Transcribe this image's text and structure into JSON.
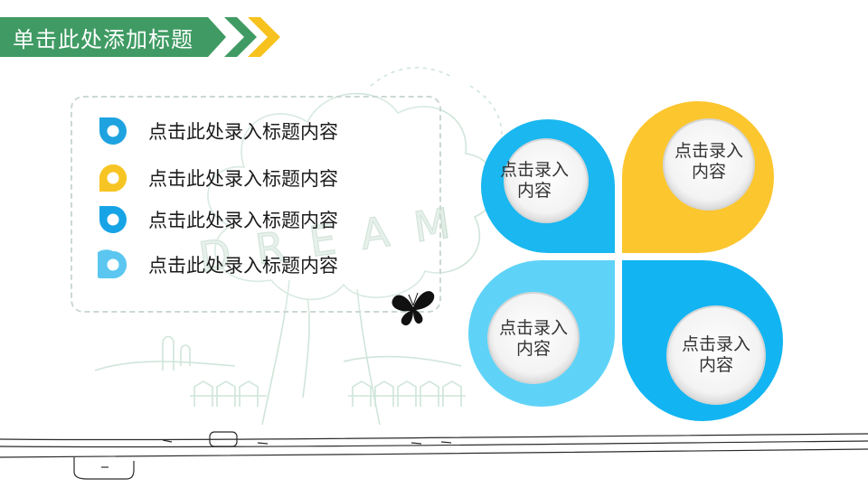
{
  "title": "单击此处添加标题",
  "list": {
    "items": [
      {
        "label": "点击此处录入标题内容",
        "color": "#1ea3e0"
      },
      {
        "label": "点击此处录入标题内容",
        "color": "#f7c523"
      },
      {
        "label": "点击此处录入标题内容",
        "color": "#17a4e6"
      },
      {
        "label": "点击此处录入标题内容",
        "color": "#5bc7f0"
      }
    ]
  },
  "background": {
    "word": "DREAM"
  },
  "petals": [
    {
      "text": "点击录入内容",
      "color": "#1ab7f0"
    },
    {
      "text": "点击录入内容",
      "color": "#fcc62e"
    },
    {
      "text": "点击录入内容",
      "color": "#5fd3f7"
    },
    {
      "text": "点击录入内容",
      "color": "#12b5f2"
    }
  ],
  "colors": {
    "title_green": "#3f9b63",
    "chevron_green": "#3f9b63",
    "chevron_yellow": "#f7c21d"
  }
}
